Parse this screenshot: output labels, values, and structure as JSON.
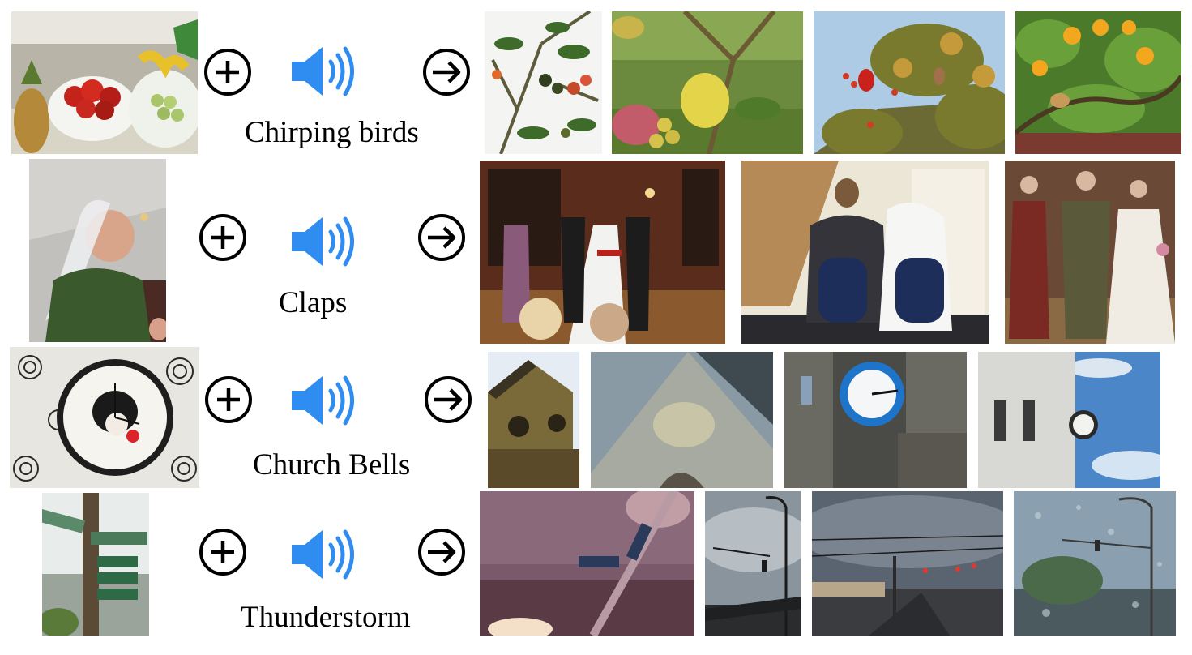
{
  "rows": [
    {
      "caption": "Chirping birds",
      "query_image": "fruit-bowl-photo",
      "results": [
        "tomato-plant-photo",
        "lemon-tree-photo",
        "cardinal-in-tree-photo",
        "orange-tree-bird-photo"
      ]
    },
    {
      "caption": "Claps",
      "query_image": "bride-portrait-photo",
      "results": [
        "wedding-aisle-photo",
        "wedding-ceremony-back-photo",
        "wedding-procession-photo"
      ]
    },
    {
      "caption": "Church Bells",
      "query_image": "wall-clock-photo",
      "results": [
        "clock-tower-photo",
        "church-sundial-photo",
        "blue-clock-wall-photo",
        "street-clock-tower-photo"
      ]
    },
    {
      "caption": "Thunderstorm",
      "query_image": "street-signs-photo",
      "results": [
        "3-av-sign-rain-photo",
        "stormy-traffic-light-photo",
        "cloudy-intersection-photo",
        "rainy-window-street-photo"
      ]
    }
  ],
  "icons": {
    "plus": "plus-circle-icon",
    "speaker": "speaker-sound-icon",
    "arrow": "arrow-right-circle-icon"
  },
  "colors": {
    "speaker": "#2f8cf0"
  }
}
